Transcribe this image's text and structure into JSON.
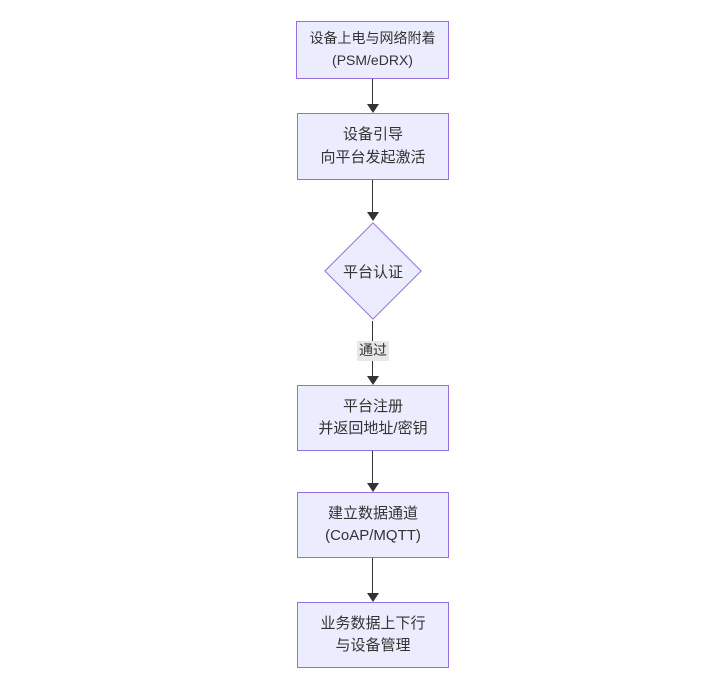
{
  "flowchart": {
    "background": "#ffffff",
    "colors": {
      "node_fill": "#ECECFF",
      "node_border": "#9370DB",
      "node_text": "#333333",
      "edge_line": "#333333",
      "edge_label_bg": "#e8e8e8"
    },
    "nodes": [
      {
        "id": "power",
        "shape": "rect",
        "line1": "设备上电与网络附着",
        "line2": "(PSM/eDRX)"
      },
      {
        "id": "boot",
        "shape": "rect",
        "line1": "设备引导",
        "line2": "向平台发起激活"
      },
      {
        "id": "auth",
        "shape": "diamond",
        "line1": "平台认证",
        "line2": ""
      },
      {
        "id": "register",
        "shape": "rect",
        "line1": "平台注册",
        "line2": "并返回地址/密钥"
      },
      {
        "id": "channel",
        "shape": "rect",
        "line1": "建立数据通道",
        "line2": "(CoAP/MQTT)"
      },
      {
        "id": "business",
        "shape": "rect",
        "line1": "业务数据上下行",
        "line2": "与设备管理"
      }
    ],
    "edges": [
      {
        "from": "power",
        "to": "boot",
        "label": ""
      },
      {
        "from": "boot",
        "to": "auth",
        "label": ""
      },
      {
        "from": "auth",
        "to": "register",
        "label": "通过"
      },
      {
        "from": "register",
        "to": "channel",
        "label": ""
      },
      {
        "from": "channel",
        "to": "business",
        "label": ""
      }
    ]
  }
}
